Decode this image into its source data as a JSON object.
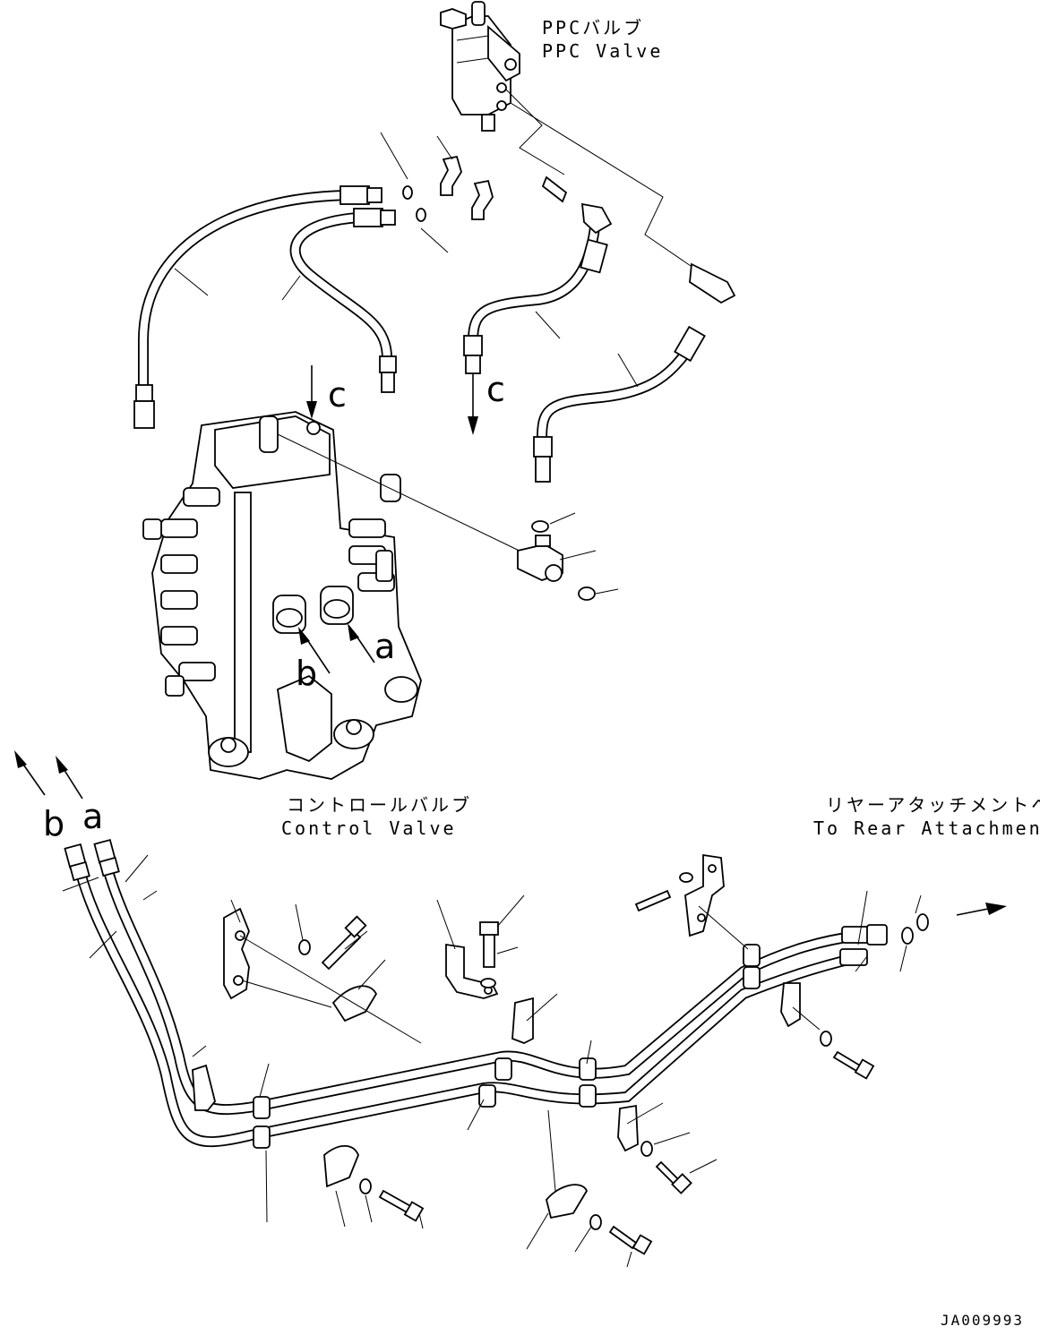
{
  "labels": {
    "ppc_valve_jp": "PPCバルブ",
    "ppc_valve_en": "PPC Valve",
    "control_valve_jp": "コントロールバルブ",
    "control_valve_en": "Control Valve",
    "rear_attachment_jp": "リヤーアタッチメントへ",
    "rear_attachment_en": "To Rear Attachment",
    "port_c_top": "c",
    "port_c_right": "c",
    "port_a_valve": "a",
    "port_b_valve": "b",
    "hose_b_end": "b",
    "hose_a_end": "a",
    "drawing_code": "JA009993"
  },
  "icons": [
    "arrow-icon",
    "hose-fitting-icon",
    "o-ring-icon",
    "clamp-icon",
    "bolt-icon",
    "washer-icon",
    "elbow-fitting-icon"
  ],
  "colors": {
    "line": "#000000",
    "background": "#ffffff"
  }
}
